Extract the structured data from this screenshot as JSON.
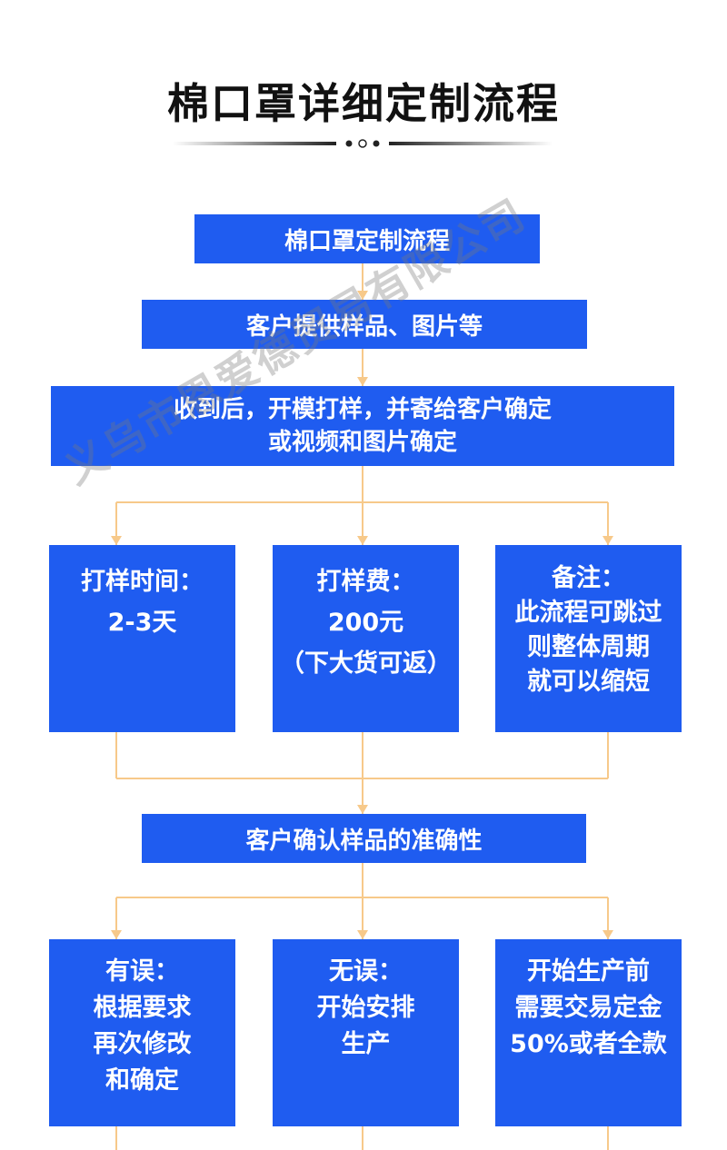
{
  "title": "棉口罩详细定制流程",
  "colors": {
    "box": "#1f5cf0",
    "connector": "#f7c98a",
    "text": "#ffffff"
  },
  "steps": {
    "start": "棉口罩定制流程",
    "provide": "客户提供样品、图片等",
    "sample_line1": "收到后，开模打样，并寄给客户确定",
    "sample_line2": "或视频和图片确定",
    "confirm": "客户确认样品的准确性"
  },
  "cards_row1": [
    {
      "lines": [
        "打样时间：",
        "2-3天"
      ]
    },
    {
      "lines": [
        "打样费：",
        "200元",
        "（下大货可返）"
      ]
    },
    {
      "lines": [
        "备注：",
        "此流程可跳过",
        "则整体周期",
        "就可以缩短"
      ]
    }
  ],
  "cards_row2": [
    {
      "lines": [
        "有误：",
        "根据要求",
        "再次修改",
        "和确定"
      ]
    },
    {
      "lines": [
        "无误：",
        "开始安排",
        "生产"
      ]
    },
    {
      "lines": [
        "开始生产前",
        "需要交易定金",
        "50%或者全款"
      ]
    }
  ],
  "watermark": "义乌市恩爱德贸易有限公司"
}
